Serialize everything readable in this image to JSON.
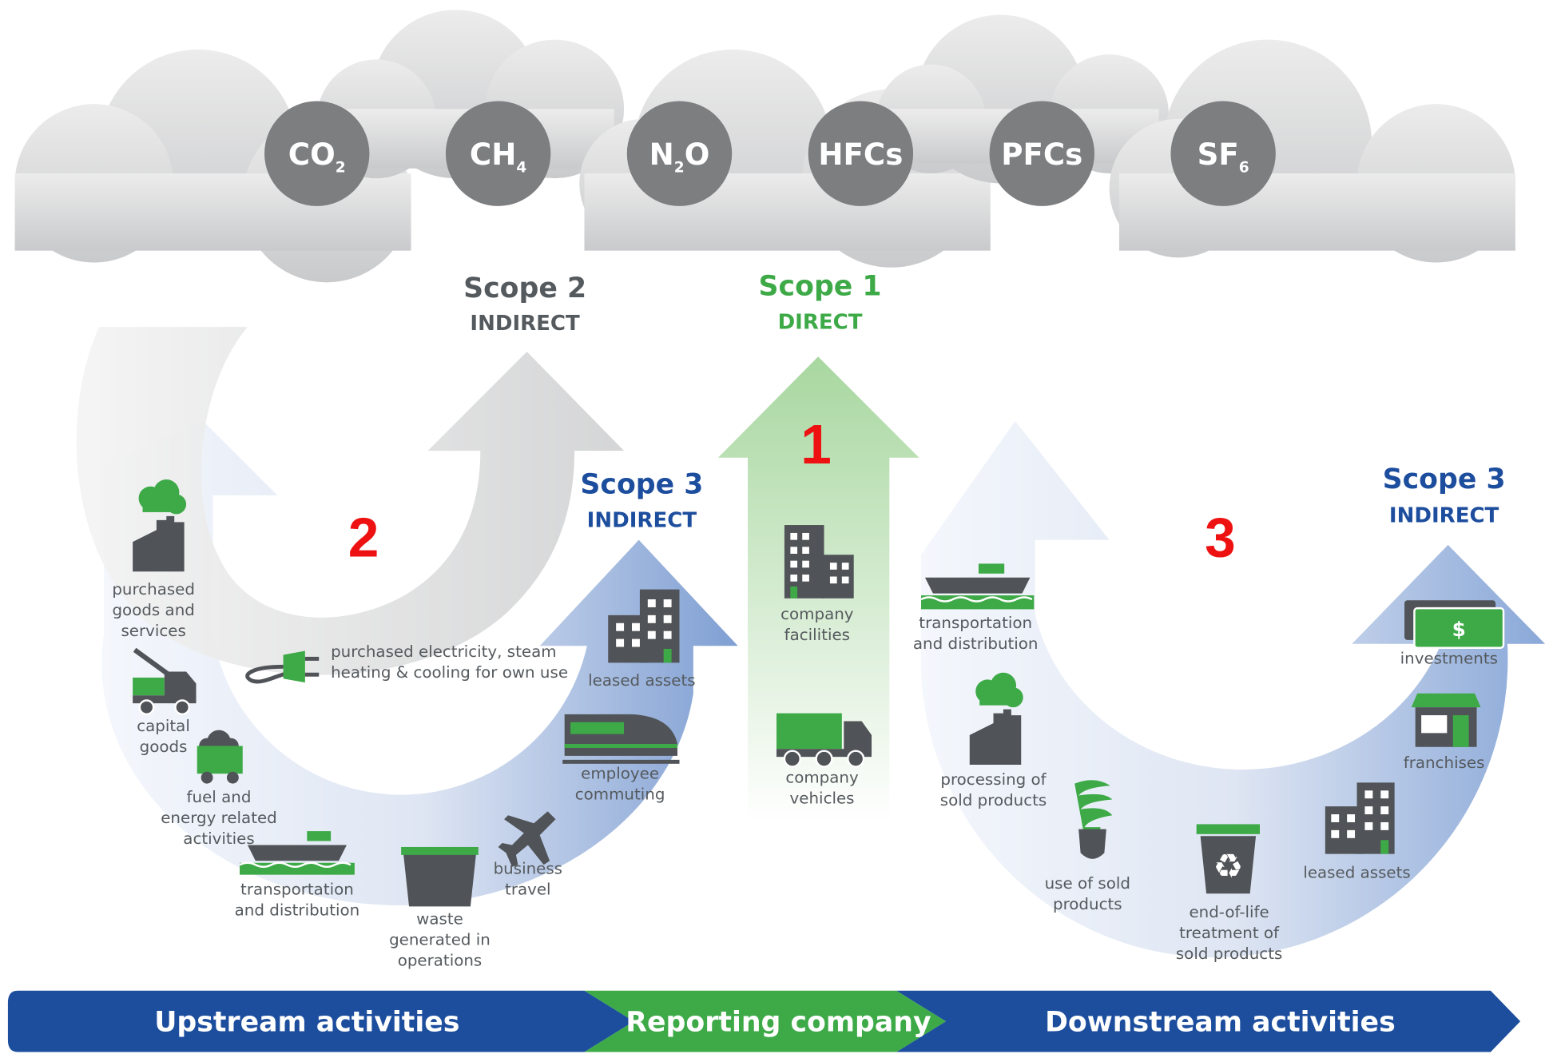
{
  "gases": [
    {
      "main": "CO",
      "sub": "2"
    },
    {
      "main": "CH",
      "sub": "4"
    },
    {
      "main": "N",
      "sub": "2",
      "tail": "O"
    },
    {
      "main": "HFCs"
    },
    {
      "main": "PFCs"
    },
    {
      "main": "SF",
      "sub": "6"
    }
  ],
  "scopes": {
    "scope2": {
      "title": "Scope 2",
      "subtitle": "INDIRECT",
      "number": "2"
    },
    "scope1": {
      "title": "Scope 1",
      "subtitle": "DIRECT",
      "number": "1"
    },
    "scope3_up": {
      "title": "Scope 3",
      "subtitle": "INDIRECT"
    },
    "scope3_down": {
      "title": "Scope 3",
      "subtitle": "INDIRECT",
      "number": "3"
    }
  },
  "upstream_items": [
    [
      "purchased",
      "goods and",
      "services"
    ],
    [
      "capital",
      "goods"
    ],
    [
      "fuel and",
      "energy related",
      "activities"
    ],
    [
      "transportation",
      "and distribution"
    ],
    [
      "waste",
      "generated in",
      "operations"
    ],
    [
      "business",
      "travel"
    ],
    [
      "employee",
      "commuting"
    ],
    [
      "leased assets"
    ]
  ],
  "scope2_item": [
    "purchased electricity, steam",
    "heating & cooling for own use"
  ],
  "direct_items": [
    [
      "company",
      "facilities"
    ],
    [
      "company",
      "vehicles"
    ]
  ],
  "downstream_items": [
    [
      "transportation",
      "and distribution"
    ],
    [
      "processing of",
      "sold products"
    ],
    [
      "use of sold",
      "products"
    ],
    [
      "end-of-life",
      "treatment of",
      "sold products"
    ],
    [
      "leased assets"
    ],
    [
      "franchises"
    ],
    [
      "investments"
    ]
  ],
  "dollar_sign": "$",
  "recycle_symbol": "♻",
  "bottom_band": {
    "upstream": "Upstream activities",
    "reporting": "Reporting company",
    "downstream": "Downstream activities"
  },
  "colors": {
    "green": "#3daa47",
    "blue": "#1d4e9e",
    "gray_text": "#555a5e",
    "red_number": "#ee1111"
  }
}
